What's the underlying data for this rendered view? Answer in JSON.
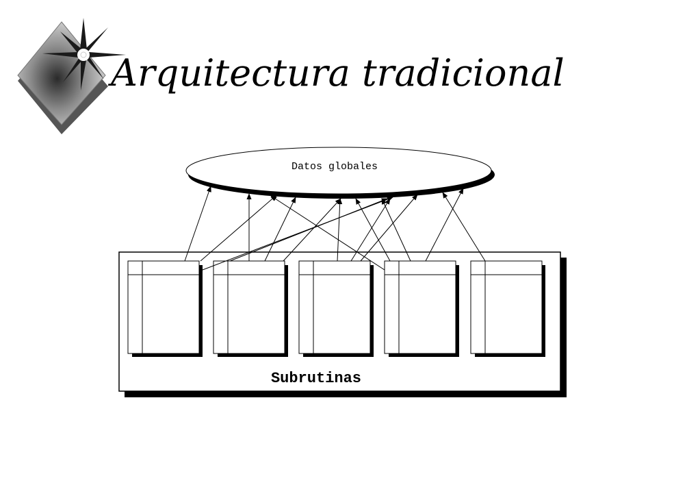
{
  "slide": {
    "title": "Arquitectura tradicional"
  },
  "diagram": {
    "global_data_label": "Datos globales",
    "subroutines_label": "Subrutinas",
    "subroutine_count": 5
  },
  "colors": {
    "ink": "#000000",
    "paper": "#ffffff"
  }
}
